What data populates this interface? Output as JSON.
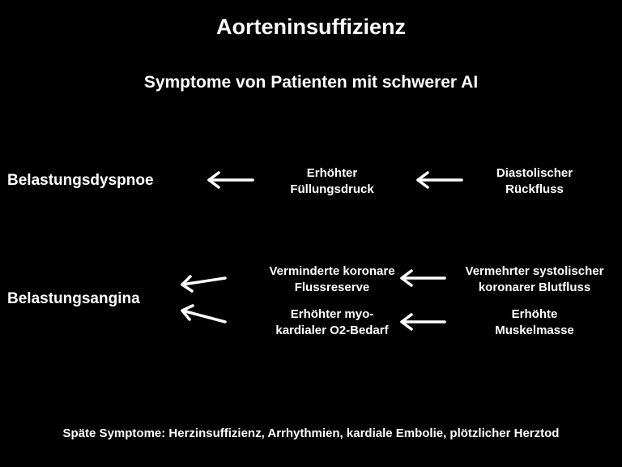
{
  "title": "Aorteninsuffizienz",
  "subtitle": "Symptome von Patienten mit schwerer AI",
  "row1": {
    "symptom": "Belastungsdyspnoe",
    "mechanism": [
      "Erhöhter",
      "Füllungsdruck"
    ],
    "cause": [
      "Diastolischer",
      "Rückfluss"
    ]
  },
  "row2": {
    "symptom": "Belastungsangina",
    "mechanism_a": [
      "Verminderte koronare",
      "Flussreserve"
    ],
    "cause_a": [
      "Vermehrter systolischer",
      "koronarer Blutfluss"
    ],
    "mechanism_b": [
      "Erhöhter myo-",
      "kardialer O2-Bedarf"
    ],
    "cause_b": [
      "Erhöhte",
      "Muskelmasse"
    ]
  },
  "footer": "Späte Symptome: Herzinsuffizienz, Arrhythmien, kardiale Embolie, plötzlicher Herztod",
  "colors": {
    "background": "#000000",
    "foreground": "#ffffff"
  }
}
